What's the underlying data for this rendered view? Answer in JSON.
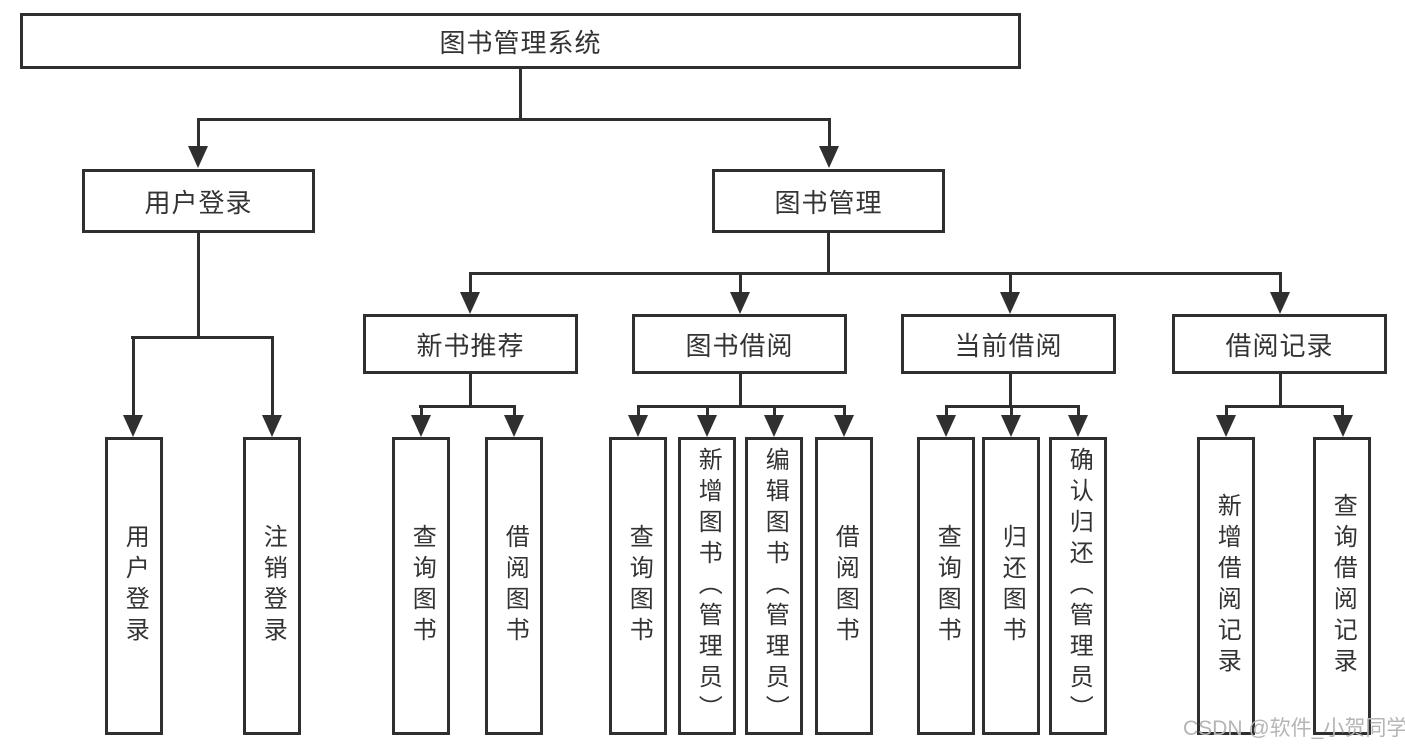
{
  "diagram_title": "图书管理系统",
  "nodes": {
    "root": {
      "label": "图书管理系统"
    },
    "l2": [
      {
        "label": "用户登录"
      },
      {
        "label": "图书管理"
      }
    ],
    "l3": [
      {
        "label": "新书推荐"
      },
      {
        "label": "图书借阅"
      },
      {
        "label": "当前借阅"
      },
      {
        "label": "借阅记录"
      }
    ],
    "l4": [
      {
        "label": "用户登录"
      },
      {
        "label": "注销登录"
      },
      {
        "label": "查询图书"
      },
      {
        "label": "借阅图书"
      },
      {
        "label": "查询图书"
      },
      {
        "label": "新增图书（管理员）"
      },
      {
        "label": "编辑图书（管理员）"
      },
      {
        "label": "借阅图书"
      },
      {
        "label": "查询图书"
      },
      {
        "label": "归还图书"
      },
      {
        "label": "确认归还（管理员）"
      },
      {
        "label": "新增借阅记录"
      },
      {
        "label": "查询借阅记录"
      }
    ]
  },
  "watermark": "CSDN @软件_小贺同学",
  "colors": {
    "line": "#2f2f2f",
    "text": "#333333",
    "background": "#ffffff",
    "watermark": "#b5b5b5"
  }
}
